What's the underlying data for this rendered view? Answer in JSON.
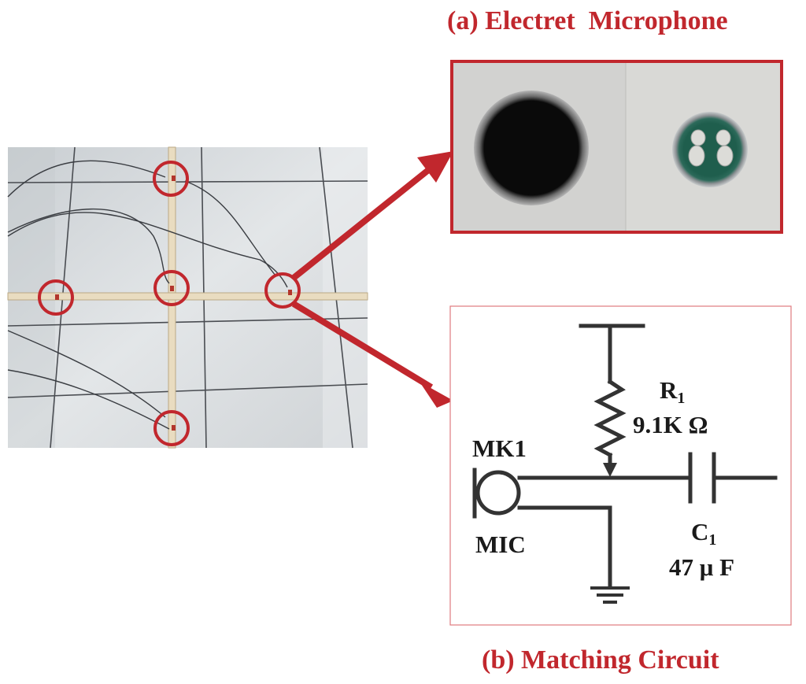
{
  "figure": {
    "panel_a": {
      "caption": "(a) Electret  Microphone"
    },
    "panel_b": {
      "caption": "(b) Matching Circuit"
    }
  },
  "circuit": {
    "resistor": {
      "name": "R",
      "subscript": "1",
      "value": "9.1K Ω"
    },
    "capacitor": {
      "name": "C",
      "subscript": "1",
      "value": "47 μ F"
    },
    "mic": {
      "name": "MK1",
      "type": "MIC"
    }
  },
  "colors": {
    "accent_red": "#c1272d",
    "circuit_line": "#333333",
    "floor_tile": "#d9dde0",
    "grout": "#4a4d52"
  }
}
